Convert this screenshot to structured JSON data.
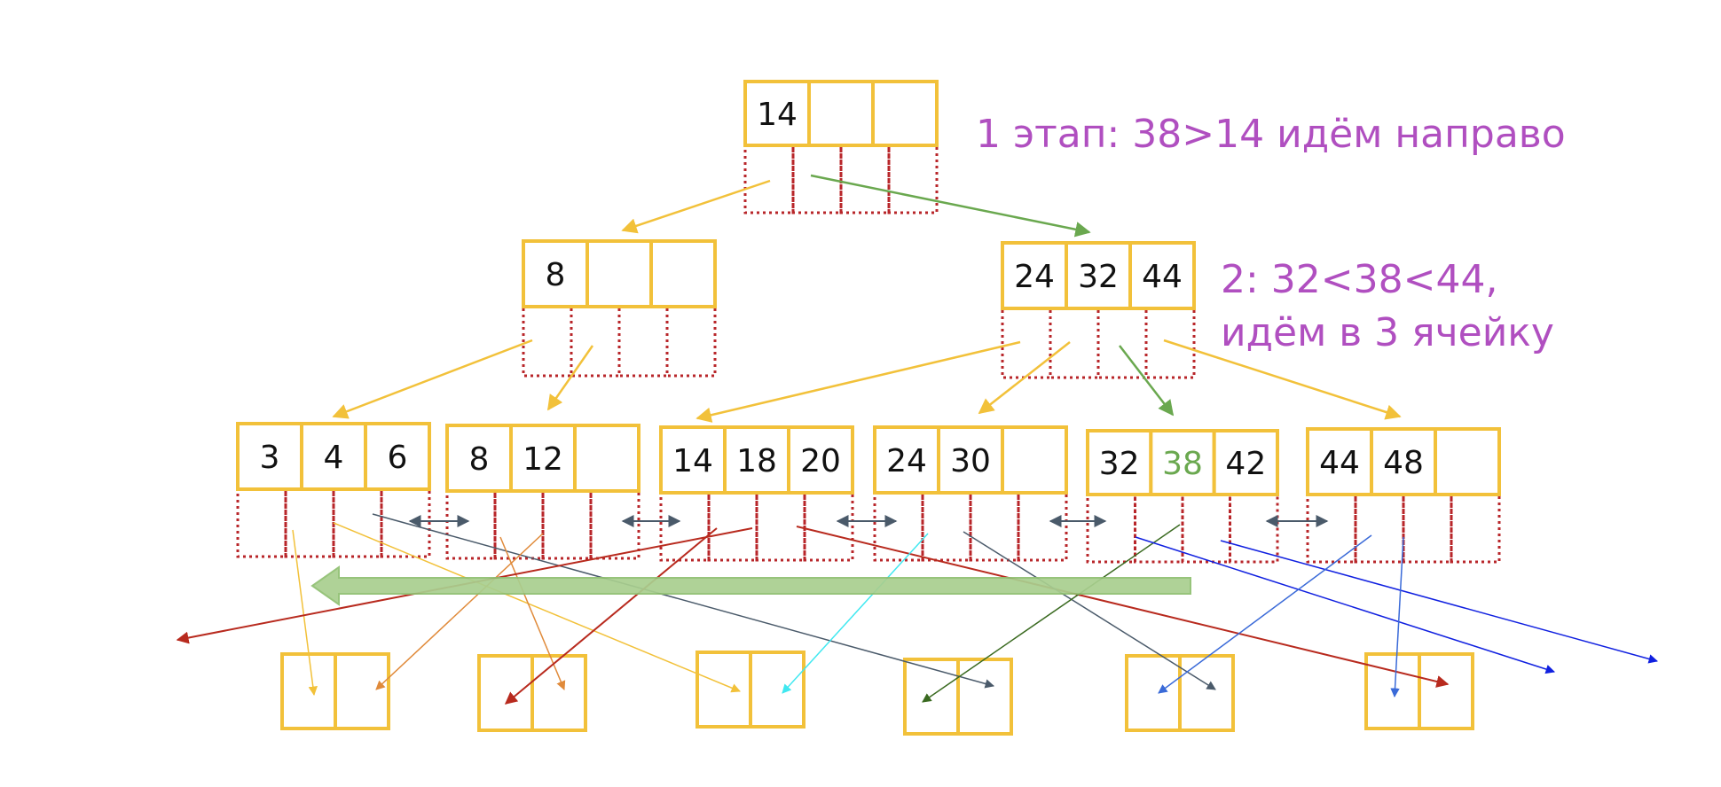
{
  "annotations": {
    "step1": "1 этап: 38>14 идём направо",
    "step2_line1": "2: 32<38<44,",
    "step2_line2": "идём в 3 ячейку"
  },
  "colors": {
    "node_border": "#f2c13a",
    "pointer_border": "#b8262a",
    "highlight_key": "#6aa84f",
    "annotation": "#b04fc0",
    "scan_arrow": "#a9cf8f"
  },
  "search_key": "38",
  "tree": {
    "root": {
      "keys": [
        "14",
        "",
        ""
      ]
    },
    "level2": [
      {
        "keys": [
          "8",
          "",
          ""
        ]
      },
      {
        "keys": [
          "24",
          "32",
          "44"
        ]
      }
    ],
    "leaves": [
      {
        "keys": [
          "3",
          "4",
          "6"
        ]
      },
      {
        "keys": [
          "8",
          "12",
          ""
        ]
      },
      {
        "keys": [
          "14",
          "18",
          "20"
        ]
      },
      {
        "keys": [
          "24",
          "30",
          ""
        ]
      },
      {
        "keys": [
          "32",
          "38",
          "42"
        ]
      },
      {
        "keys": [
          "44",
          "48",
          ""
        ]
      }
    ],
    "records_count": 6
  }
}
